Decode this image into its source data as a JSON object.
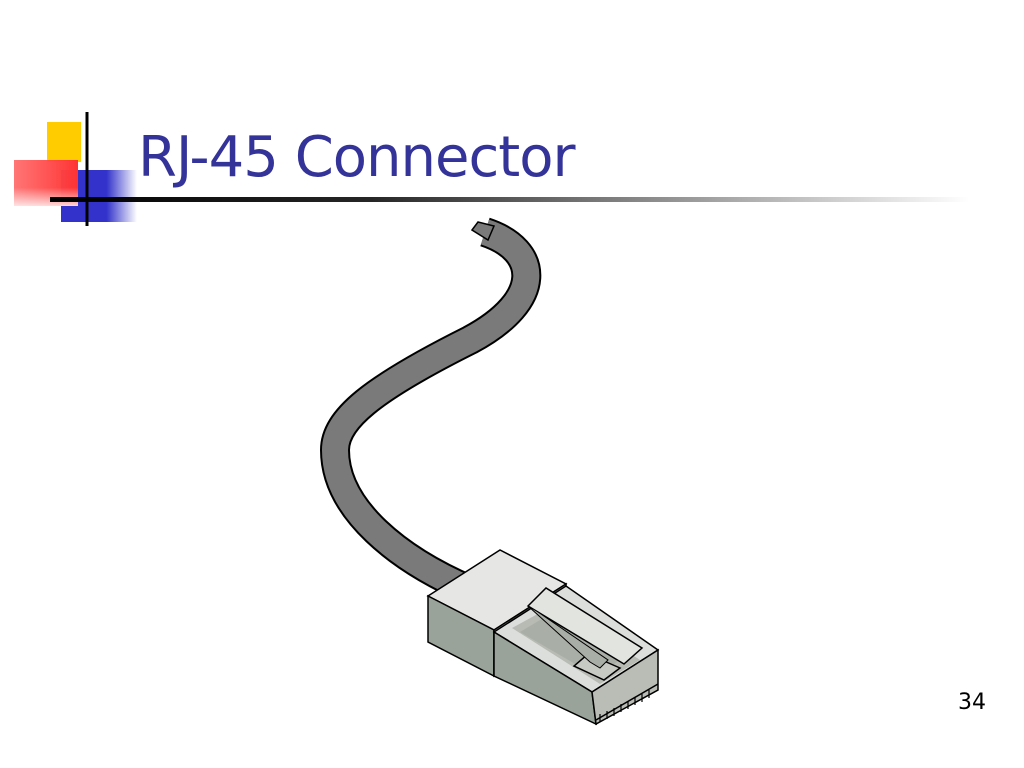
{
  "slide": {
    "title": "RJ-45 Connector",
    "page_number": "34",
    "illustration": "rj45-cable-illustration"
  },
  "colors": {
    "title": "#333399",
    "accent_yellow": "#FFCC00",
    "accent_red": "#FF3333",
    "accent_blue": "#3333CC",
    "rule": "#000000",
    "cable": "#7a7a7a",
    "connector_body": "#dcdedb",
    "connector_shade": "#9aa39a"
  }
}
